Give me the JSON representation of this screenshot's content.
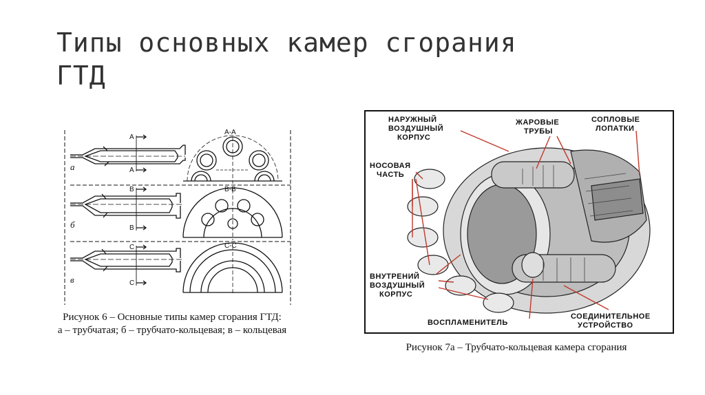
{
  "slide": {
    "title_line1": "Типы основных камер сгорания",
    "title_line2": "ГТД"
  },
  "figure6": {
    "caption_line1": "Рисунок 6 – Основные типы камер сгорания ГТД:",
    "caption_line2": "а – трубчатая; б – трубчато-кольцевая; в – кольцевая",
    "row_letters": [
      "а",
      "б",
      "в"
    ],
    "section_marks": [
      "А",
      "В",
      "С"
    ],
    "section_titles": [
      "А-А",
      "В-В",
      "С-С"
    ]
  },
  "figure7": {
    "caption": "Рисунок 7а – Трубчато-кольцевая камера сгорания",
    "labels": {
      "outer_casing": [
        "НАРУЖНЫЙ",
        "ВОЗДУШНЫЙ",
        "КОРПУС"
      ],
      "flame_tubes": [
        "ЖАРОВЫЕ",
        "ТРУБЫ"
      ],
      "nozzle_vanes": [
        "СОПЛОВЫЕ",
        "ЛОПАТКИ"
      ],
      "nose_part": [
        "НОСОВАЯ",
        "ЧАСТЬ"
      ],
      "inner_casing": [
        "ВНУТРЕНИЙ",
        "ВОЗДУШНЫЙ",
        "КОРПУС"
      ],
      "igniter": [
        "ВОСПЛАМЕНИТЕЛЬ"
      ],
      "connector": [
        "СОЕДИНИТЕЛЬНОЕ",
        "УСТРОЙСТВО"
      ]
    }
  }
}
